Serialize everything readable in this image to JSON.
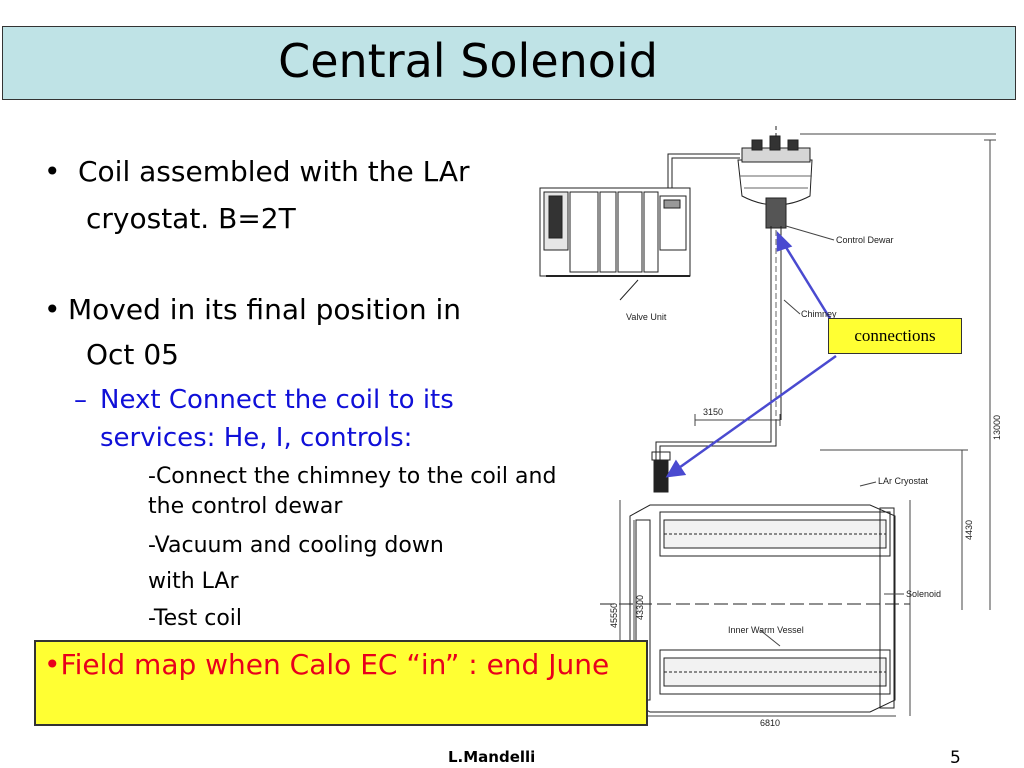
{
  "slide": {
    "title": "Central Solenoid",
    "bullets": [
      {
        "prefix": "•",
        "lines": [
          "Coil assembled with the LAr",
          "cryostat. B=2T"
        ]
      },
      {
        "prefix": "•",
        "lines": [
          "Moved in its final position in",
          "Oct 05"
        ]
      }
    ],
    "sub_bullet": {
      "prefix": "–",
      "lines": [
        "Next Connect the coil to its",
        "services: He, I, controls:"
      ]
    },
    "sub_sub": [
      "-Connect the chimney to the coil and",
      "the control dewar",
      "-Vacuum and cooling down",
      "with LAr",
      "-Test coil"
    ],
    "highlight": "•Field map when Calo EC “in” : end June",
    "author": "L.Mandelli",
    "page_number": "5"
  },
  "drawing": {
    "callout": "connections",
    "labels": {
      "control_dewar": "Control Dewar",
      "chimney": "Chimney",
      "valve_unit": "Valve Unit",
      "lar_cryostat": "LAr Cryostat",
      "solenoid": "Solenoid",
      "inner_warm_vessel": "Inner Warm Vessel"
    },
    "dimensions": {
      "d3150": "3150",
      "d13000": "13000",
      "d4430": "4430",
      "d5550": "45550",
      "d3300": "43300",
      "d6810": "6810"
    },
    "colors": {
      "arrow": "#4a4ad0",
      "title_bg": "#bfe3e6",
      "highlight_bg": "#ffff33",
      "highlight_text": "#e8001c",
      "sub_bullet_text": "#1010d8"
    }
  }
}
